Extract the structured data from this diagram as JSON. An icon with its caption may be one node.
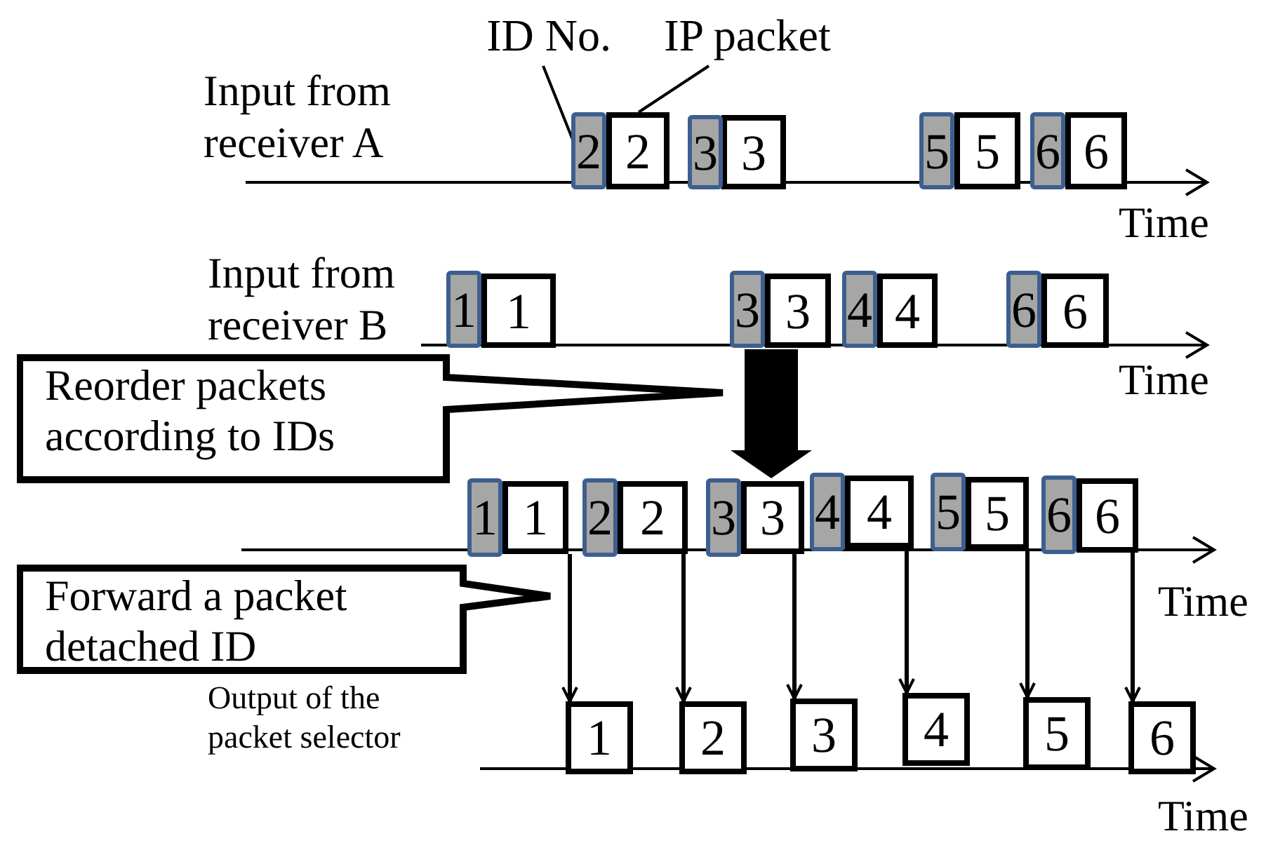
{
  "diagram": {
    "nodes": [
      {
        "text": [
          "ID No."
        ]
      },
      {
        "text": [
          "IP packet"
        ]
      },
      {
        "text": [
          "2"
        ]
      },
      {
        "text": [
          "2"
        ]
      },
      {
        "text": [
          "3"
        ]
      },
      {
        "text": [
          "3"
        ]
      },
      {
        "text": [
          "5"
        ]
      },
      {
        "text": [
          "5"
        ]
      },
      {
        "text": [
          "6"
        ]
      },
      {
        "text": [
          "6"
        ]
      },
      {
        "text": [
          "1"
        ]
      },
      {
        "text": [
          "1"
        ]
      },
      {
        "text": [
          "3"
        ]
      },
      {
        "text": [
          "3"
        ]
      },
      {
        "text": [
          "4"
        ]
      },
      {
        "text": [
          "4"
        ]
      },
      {
        "text": [
          "6"
        ]
      },
      {
        "text": [
          "6"
        ]
      },
      {
        "text": [
          "Reorder packets according to IDs"
        ]
      },
      {
        "text": [
          "1"
        ]
      },
      {
        "text": [
          "1"
        ]
      },
      {
        "text": [
          "2"
        ]
      },
      {
        "text": [
          "2"
        ]
      },
      {
        "text": [
          "3"
        ]
      },
      {
        "text": [
          "3"
        ]
      },
      {
        "text": [
          "4"
        ]
      },
      {
        "text": [
          "4"
        ]
      },
      {
        "text": [
          "5"
        ]
      },
      {
        "text": [
          "5"
        ]
      },
      {
        "text": [
          "6"
        ]
      },
      {
        "text": [
          "6"
        ]
      },
      {
        "text": [
          "Forward a packet detached ID"
        ]
      },
      {
        "text": [
          "1"
        ]
      },
      {
        "text": [
          "2"
        ]
      },
      {
        "text": [
          "3"
        ]
      },
      {
        "text": [
          "4"
        ]
      },
      {
        "text": [
          "5"
        ]
      },
      {
        "text": [
          "6"
        ]
      }
    ],
    "edges": [
      {
        "from": 0,
        "to": 2,
        "arrow": "none"
      },
      {
        "from": 1,
        "to": 3,
        "arrow": "none"
      },
      {
        "from": 13,
        "to": 24,
        "arrow": "to",
        "style": "thick"
      },
      {
        "from": 20,
        "to": 32,
        "arrow": "to"
      },
      {
        "from": 22,
        "to": 33,
        "arrow": "to"
      },
      {
        "from": 24,
        "to": 34,
        "arrow": "to"
      },
      {
        "from": 26,
        "to": 35,
        "arrow": "to"
      },
      {
        "from": 28,
        "to": 36,
        "arrow": "to"
      },
      {
        "from": 30,
        "to": 37,
        "arrow": "to"
      }
    ],
    "labels": [
      "Input from receiver A",
      "Time",
      "Input from receiver B",
      "Time",
      "Time",
      "Output of the packet selector",
      "Time"
    ]
  }
}
